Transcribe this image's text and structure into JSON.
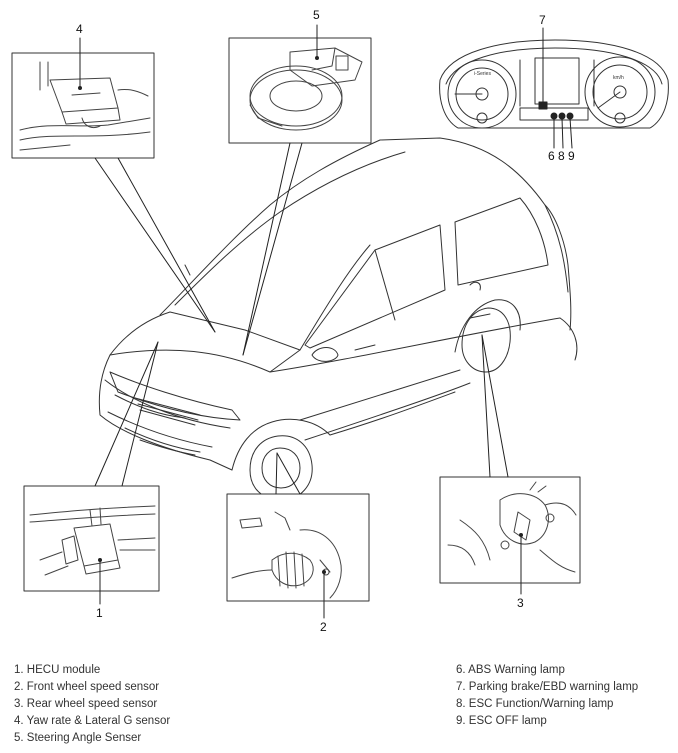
{
  "callouts": {
    "c1": "1",
    "c2": "2",
    "c3": "3",
    "c4": "4",
    "c5": "5",
    "c6": "6",
    "c7": "7",
    "c8": "8",
    "c9": "9"
  },
  "cluster_labels": {
    "kmh": "km/h",
    "brand": "i-Series"
  },
  "legend": {
    "left": [
      "1. HECU module",
      "2. Front wheel speed sensor",
      "3. Rear wheel speed sensor",
      "4. Yaw rate & Lateral G sensor",
      "5. Steering Angle Senser"
    ],
    "right": [
      "6. ABS Warning lamp",
      "7. Parking brake/EBD warning lamp",
      "8. ESC Function/Warning lamp",
      "9. ESC OFF lamp"
    ]
  }
}
